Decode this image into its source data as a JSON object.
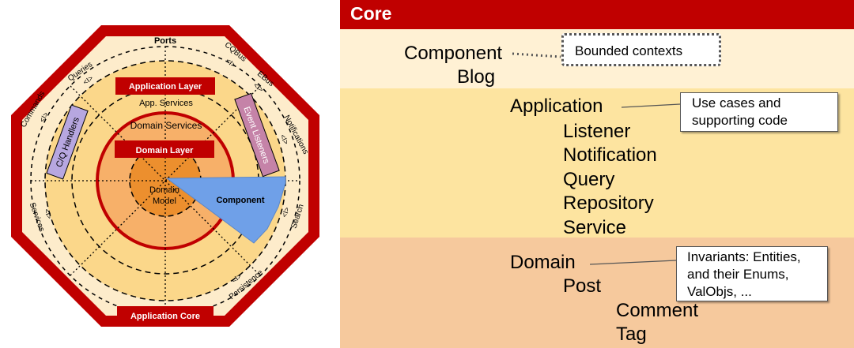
{
  "diagram": {
    "ports_label": "Ports",
    "app_layer_label": "Application Layer",
    "app_services_label": "App. Services",
    "domain_services_label": "Domain Services",
    "domain_layer_label": "Domain Layer",
    "domain_model_line1": "Domain",
    "domain_model_line2": "Model",
    "component_label": "Component",
    "cq_handlers_label": "C/Q Handlers",
    "event_listeners_label": "Event Listeners",
    "app_core_label": "Application Core",
    "ports": {
      "queries": "Queries",
      "cqbus": "CQBus",
      "ebus": "EBus",
      "commands": "Commands",
      "notifications": "Notifications",
      "services": "Services",
      "search": "Search",
      "persistence": "Persistence"
    },
    "port_glyph": "<I>",
    "colors": {
      "octagon_border": "#c00000",
      "outer_fill": "#fdeccb",
      "app_ring": "#fbd78a",
      "domain_ring": "#f7b069",
      "model_fill": "#ec8f2e",
      "component_slice": "#6fa0e8",
      "event_box": "#c583a8",
      "cq_box": "#b7a7e0"
    }
  },
  "panel": {
    "title": "Core",
    "tree": {
      "component": "Component",
      "blog": "Blog",
      "application": "Application",
      "listener": "Listener",
      "notification": "Notification",
      "query": "Query",
      "repository": "Repository",
      "service": "Service",
      "domain": "Domain",
      "post": "Post",
      "comment": "Comment",
      "tag": "Tag"
    },
    "notes": {
      "bounded": "Bounded contexts",
      "usecases_l1": "Use cases and",
      "usecases_l2": "supporting code",
      "invariants_l1": "Invariants: Entities,",
      "invariants_l2": "and their Enums,",
      "invariants_l3": "ValObjs, ..."
    }
  }
}
